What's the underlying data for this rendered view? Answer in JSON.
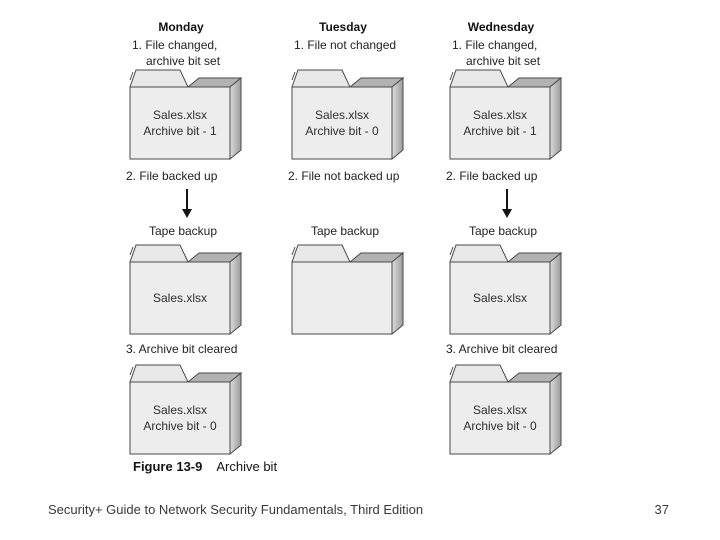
{
  "colors": {
    "background": "#ffffff",
    "box_front": "#ededed",
    "box_tab": "#e8e8e8",
    "box_top": "#b2b2b2",
    "box_side_light": "#dcdcdc",
    "box_side_dark": "#9c9c9c",
    "outline": "#4a4a4a",
    "arrow": "#141414",
    "text": "#222222",
    "footer_text": "#3a3a3a"
  },
  "columns": [
    {
      "day": "Monday",
      "step1_line1": "1. File changed,",
      "step1_line2": "archive bit set",
      "file_box": {
        "line1": "Sales.xlsx",
        "line2": "Archive bit - 1"
      },
      "step2": "2. File backed up",
      "tape_label": "Tape backup",
      "tape_box": {
        "line1": "Sales.xlsx",
        "line2": ""
      },
      "step3": "3. Archive bit cleared",
      "cleared_box": {
        "line1": "Sales.xlsx",
        "line2": "Archive bit - 0"
      }
    },
    {
      "day": "Tuesday",
      "step1_line1": "1. File not changed",
      "step1_line2": "",
      "file_box": {
        "line1": "Sales.xlsx",
        "line2": "Archive bit - 0"
      },
      "step2": "2. File not backed up",
      "tape_label": "Tape backup",
      "tape_box": {
        "line1": "",
        "line2": ""
      }
    },
    {
      "day": "Wednesday",
      "step1_line1": "1. File changed,",
      "step1_line2": "archive bit set",
      "file_box": {
        "line1": "Sales.xlsx",
        "line2": "Archive bit - 1"
      },
      "step2": "2. File backed up",
      "tape_label": "Tape backup",
      "tape_box": {
        "line1": "Sales.xlsx",
        "line2": ""
      },
      "step3": "3. Archive bit cleared",
      "cleared_box": {
        "line1": "Sales.xlsx",
        "line2": "Archive bit - 0"
      }
    }
  ],
  "caption": {
    "figure_label": "Figure 13-9",
    "figure_title": "Archive bit"
  },
  "footer": {
    "book_title": "Security+ Guide to Network Security Fundamentals, Third Edition",
    "page_number": "37"
  }
}
